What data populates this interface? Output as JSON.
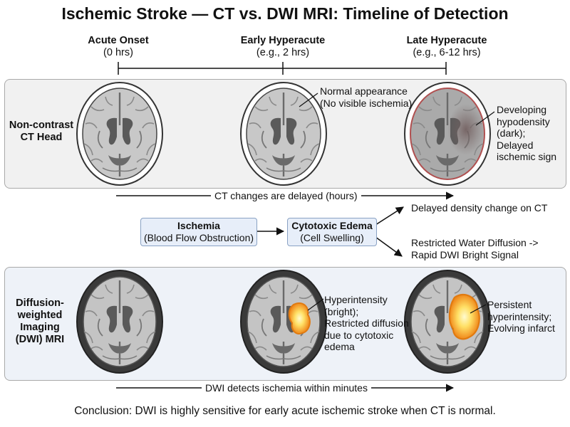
{
  "title": "Ischemic Stroke — CT vs. DWI MRI: Timeline of Detection",
  "timeline": [
    {
      "label": "Acute Onset",
      "sub": "(0 hrs)"
    },
    {
      "label": "Early Hyperacute",
      "sub": "(e.g., 2 hrs)"
    },
    {
      "label": "Late Hyperacute",
      "sub": "(e.g., 6-12 hrs)"
    }
  ],
  "ct": {
    "row_label_1": "Non-contrast",
    "row_label_2": "CT Head",
    "note_normal_1": "Normal appearance",
    "note_normal_2": "(No visible ischemia)",
    "note_late": [
      "Developing",
      "hypodensity",
      "(dark);",
      "Delayed",
      "ischemic sign"
    ],
    "arrow_caption": "CT changes are delayed (hours)"
  },
  "flow": {
    "ischemia_title": "Ischemia",
    "ischemia_sub": "(Blood Flow Obstruction)",
    "edema_title": "Cytotoxic Edema",
    "edema_sub": "(Cell Swelling)",
    "branch_ct": "Delayed density change on CT",
    "branch_dwi_1": "Restricted Water Diffusion ->",
    "branch_dwi_2": "Rapid DWI Bright Signal"
  },
  "dwi": {
    "row_label": [
      "Diffusion-",
      "weighted",
      "Imaging",
      "(DWI) MRI"
    ],
    "note_early": [
      "Hyperintensity",
      "(bright);",
      "Restricted diffusion",
      "due to cytotoxic",
      "edema"
    ],
    "note_late": [
      "Persistent",
      "hyperintensity;",
      "Evolving infarct"
    ],
    "arrow_caption": "DWI detects ischemia within minutes"
  },
  "conclusion": "Conclusion: DWI is highly sensitive for early acute ischemic stroke when CT is normal.",
  "colors": {
    "ct_panel": "#f1f1f1",
    "dwi_panel": "#eef2f8",
    "hypodensity_edge": "#b05050",
    "dwi_lesion": "#f5a623",
    "dwi_core": "#fff3a0"
  }
}
